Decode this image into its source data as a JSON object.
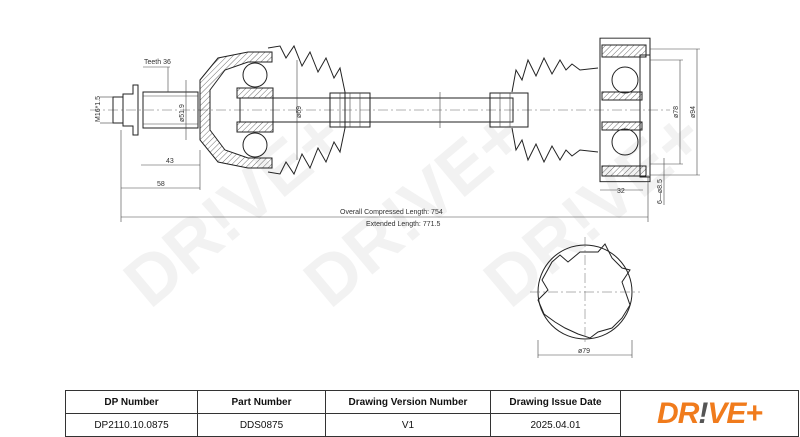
{
  "drawing": {
    "teeth": "Teeth 36",
    "thread": "M16*1.5",
    "d_spline": "ø51.9",
    "d_boot": "ø69",
    "len_43": "43",
    "len_58": "58",
    "d_78": "ø78",
    "d_94": "ø94",
    "len_32": "32",
    "holes": "6—ø8.5",
    "overall_length": "Overall Compressed Length: 754",
    "extended_length": "Extended Length: 771.5",
    "d_79": "ø79",
    "watermark": "DR!VE+"
  },
  "table": {
    "headers": [
      "DP Number",
      "Part Number",
      "Drawing Version Number",
      "Drawing Issue Date"
    ],
    "values": [
      "DP2110.10.0875",
      "DDS0875",
      "V1",
      "2025.04.01"
    ]
  },
  "logo": {
    "text_a": "DR",
    "text_b": "!",
    "text_c": "VE+",
    "color": "#f07b1c"
  }
}
